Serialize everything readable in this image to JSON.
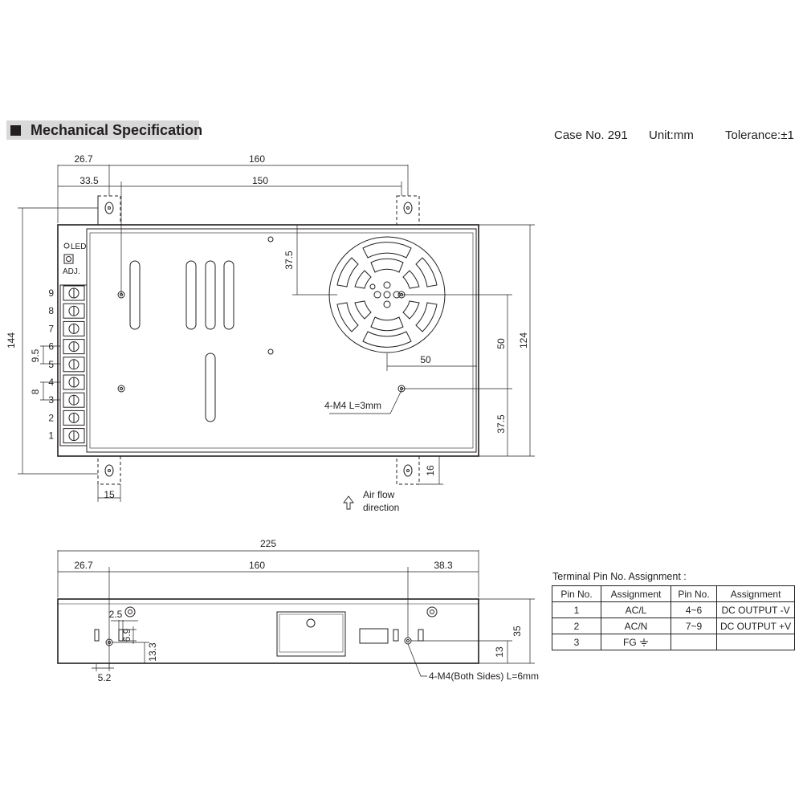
{
  "header": {
    "title": "Mechanical Specification"
  },
  "meta": {
    "case": "Case No. 291",
    "unit": "Unit:mm",
    "tolerance": "Tolerance:±1"
  },
  "top_view": {
    "dims": {
      "d26_7": "26.7",
      "d160": "160",
      "d33_5": "33.5",
      "d150": "150",
      "d144": "144",
      "d37_5_top": "37.5",
      "d50_v": "50",
      "d124": "124",
      "d50_h": "50",
      "d37_5_bot": "37.5",
      "d9_5": "9.5",
      "d8": "8",
      "d15": "15",
      "d16": "16"
    },
    "led_label": "LED",
    "adj_label": "ADJ.",
    "terminal_numbers": [
      "9",
      "8",
      "7",
      "6",
      "5",
      "4",
      "3",
      "2",
      "1"
    ],
    "mount_note": "4-M4 L=3mm",
    "airflow": [
      "Air flow",
      "direction"
    ]
  },
  "side_view": {
    "dims": {
      "d225": "225",
      "d26_7": "26.7",
      "d160": "160",
      "d38_3": "38.3",
      "d2_5": "2.5",
      "d6_9": "6.9",
      "d13_3": "13.3",
      "d5_2": "5.2",
      "d35": "35",
      "d13": "13"
    },
    "mount_note": "4-M4(Both Sides) L=6mm"
  },
  "pin_table": {
    "caption": "Terminal Pin No. Assignment :",
    "headers": [
      "Pin No.",
      "Assignment",
      "Pin No.",
      "Assignment"
    ],
    "rows": [
      [
        "1",
        "AC/L",
        "4~6",
        "DC OUTPUT -V"
      ],
      [
        "2",
        "AC/N",
        "7~9",
        "DC OUTPUT +V"
      ],
      [
        "3",
        "FG",
        "",
        ""
      ]
    ]
  }
}
